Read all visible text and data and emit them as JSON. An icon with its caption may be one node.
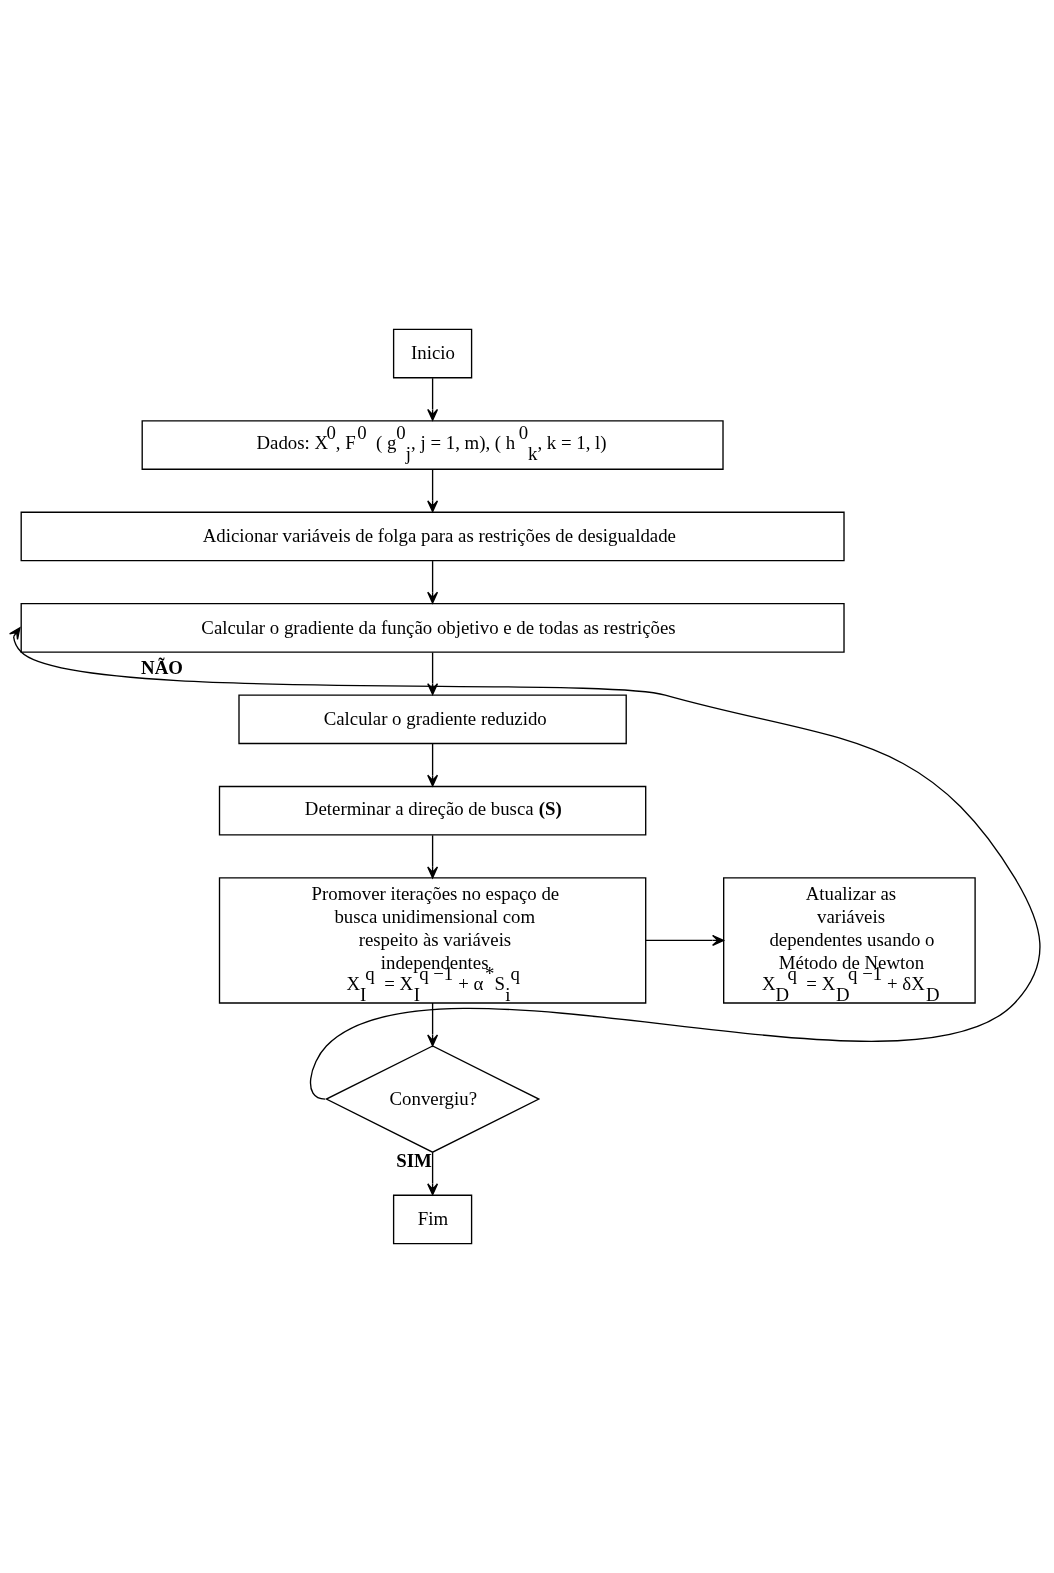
{
  "diagram": {
    "nodes": [
      {
        "text": [
          "Inicio"
        ]
      },
      {
        "text": [
          "Dados: X$^{0}$, F$^{0}$ ( g$^{0}$$_{j}$, j = 1, m), ( h$^{0}$$_{k}$, k = 1, l)"
        ]
      },
      {
        "text": [
          "Adicionar variáveis de folga para as restrições de desigualdade"
        ]
      },
      {
        "text": [
          "Calcular o gradiente da função objetivo e de todas as restrições"
        ]
      },
      {
        "text": [
          "Calcular o gradiente reduzido"
        ]
      },
      {
        "text": [
          "Determinar a direção de busca **(S)**"
        ]
      },
      {
        "text": [
          "Promover iterações no espaço de busca unidimensional com respeito às variáveis independentes",
          "X$_{I}$$^{q}$ = X$_{I}$$^{q −1}$ + α$^{*}$S$_{i}$$^{q}$"
        ]
      },
      {
        "text": [
          "Atualizar as variáveis dependentes usando o Método de Newton",
          "X$_{D}$$^{q}$ = X$_{D}$$^{q −1}$ + δX$_{D}$"
        ]
      },
      {
        "text": [
          "Convergiu?"
        ]
      },
      {
        "text": [
          "Fim"
        ]
      }
    ],
    "edges": [
      {
        "from": 0,
        "to": 1,
        "arrow": "to"
      },
      {
        "from": 1,
        "to": 2,
        "arrow": "to"
      },
      {
        "from": 2,
        "to": 3,
        "arrow": "to"
      },
      {
        "from": 3,
        "to": 4,
        "arrow": "to"
      },
      {
        "from": 4,
        "to": 5,
        "arrow": "to"
      },
      {
        "from": 5,
        "to": 6,
        "arrow": "to"
      },
      {
        "from": 6,
        "to": 7,
        "arrow": "to"
      },
      {
        "from": 6,
        "to": 8,
        "arrow": "to"
      },
      {
        "from": 8,
        "to": 3,
        "arrow": "to",
        "label": "NÃO"
      },
      {
        "from": 8,
        "to": 9,
        "arrow": "to",
        "label": "SIM"
      }
    ]
  }
}
